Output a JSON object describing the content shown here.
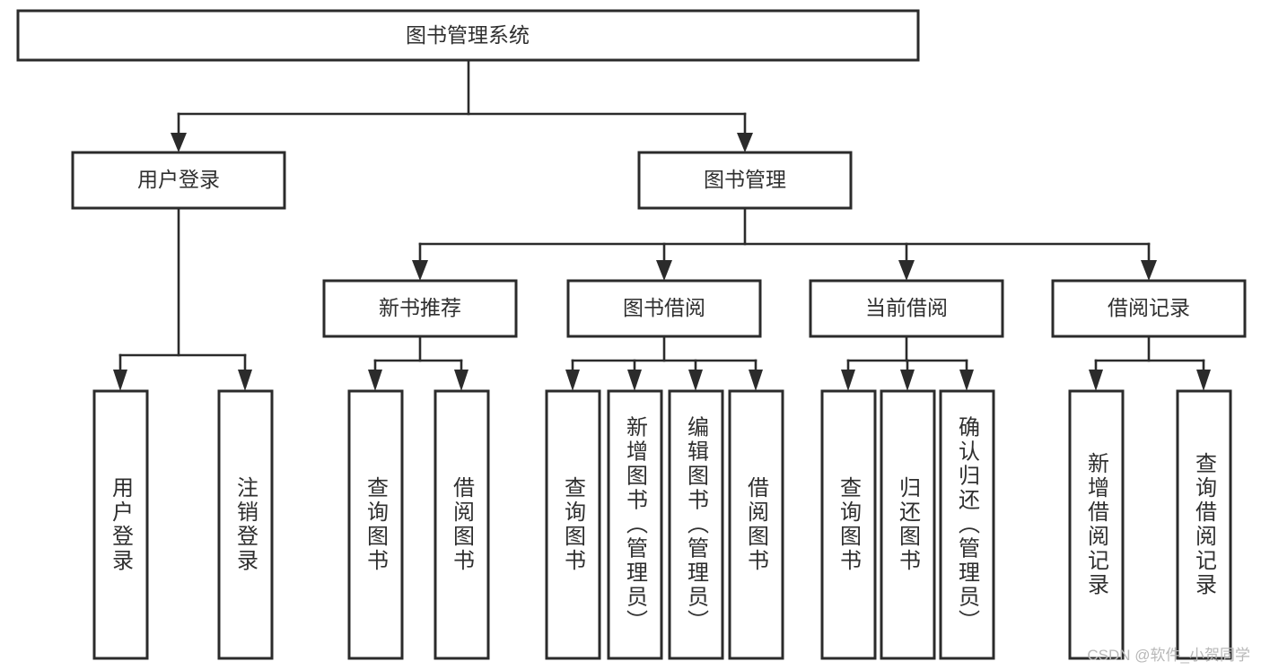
{
  "diagram": {
    "type": "tree",
    "title": "图书管理系统",
    "watermark": "CSDN @软件_小贺同学",
    "colors": {
      "box_stroke": "#2b2b2b",
      "box_fill": "#ffffff",
      "connector": "#2b2b2b",
      "text": "#2f2f2f",
      "background": "#ffffff",
      "watermark": "#b8b8b8"
    },
    "root": {
      "label": "图书管理系统"
    },
    "level1": [
      {
        "label": "用户登录"
      },
      {
        "label": "图书管理"
      }
    ],
    "level2": [
      {
        "label": "新书推荐"
      },
      {
        "label": "图书借阅"
      },
      {
        "label": "当前借阅"
      },
      {
        "label": "借阅记录"
      }
    ],
    "leaves_user_login": [
      {
        "label": "用户登录"
      },
      {
        "label": "注销登录"
      }
    ],
    "leaves_new_books": [
      {
        "label": "查询图书"
      },
      {
        "label": "借阅图书"
      }
    ],
    "leaves_borrow": [
      {
        "label": "查询图书"
      },
      {
        "label": "新增图书（管理员）"
      },
      {
        "label": "编辑图书（管理员）"
      },
      {
        "label": "借阅图书"
      }
    ],
    "leaves_current": [
      {
        "label": "查询图书"
      },
      {
        "label": "归还图书"
      },
      {
        "label": "确认归还（管理员）"
      }
    ],
    "leaves_records": [
      {
        "label": "新增借阅记录"
      },
      {
        "label": "查询借阅记录"
      }
    ]
  }
}
